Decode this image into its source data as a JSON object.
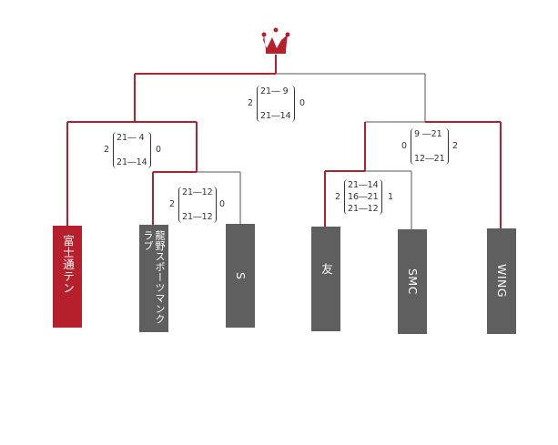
{
  "crown_icon": "crown-icon",
  "colors": {
    "winner": "#b5202c",
    "loser": "#5f5f5f",
    "line": "#555555"
  },
  "teams": [
    {
      "id": "t1",
      "name": "富士通テン",
      "status": "winner"
    },
    {
      "id": "t2",
      "name": "龍野スポーツマンクラブ",
      "status": "loser"
    },
    {
      "id": "t3",
      "name": "S",
      "status": "loser"
    },
    {
      "id": "t4",
      "name": "友",
      "status": "loser"
    },
    {
      "id": "t5",
      "name": "SMC",
      "status": "loser"
    },
    {
      "id": "t6",
      "name": "WING",
      "status": "loser"
    }
  ],
  "matches": {
    "final": {
      "left_total": "2",
      "right_total": "0",
      "games": [
        "21― 9",
        "21―14"
      ]
    },
    "semi_left": {
      "left_total": "2",
      "right_total": "0",
      "games": [
        "21― 4",
        "21―14"
      ]
    },
    "semi_right": {
      "left_total": "0",
      "right_total": "2",
      "games": [
        "9 ―21",
        "12―21"
      ]
    },
    "qf_left": {
      "left_total": "2",
      "right_total": "0",
      "games": [
        "21―12",
        "21―12"
      ]
    },
    "qf_right": {
      "left_total": "2",
      "right_total": "1",
      "games": [
        "21―14",
        "16―21",
        "21―12"
      ]
    }
  }
}
